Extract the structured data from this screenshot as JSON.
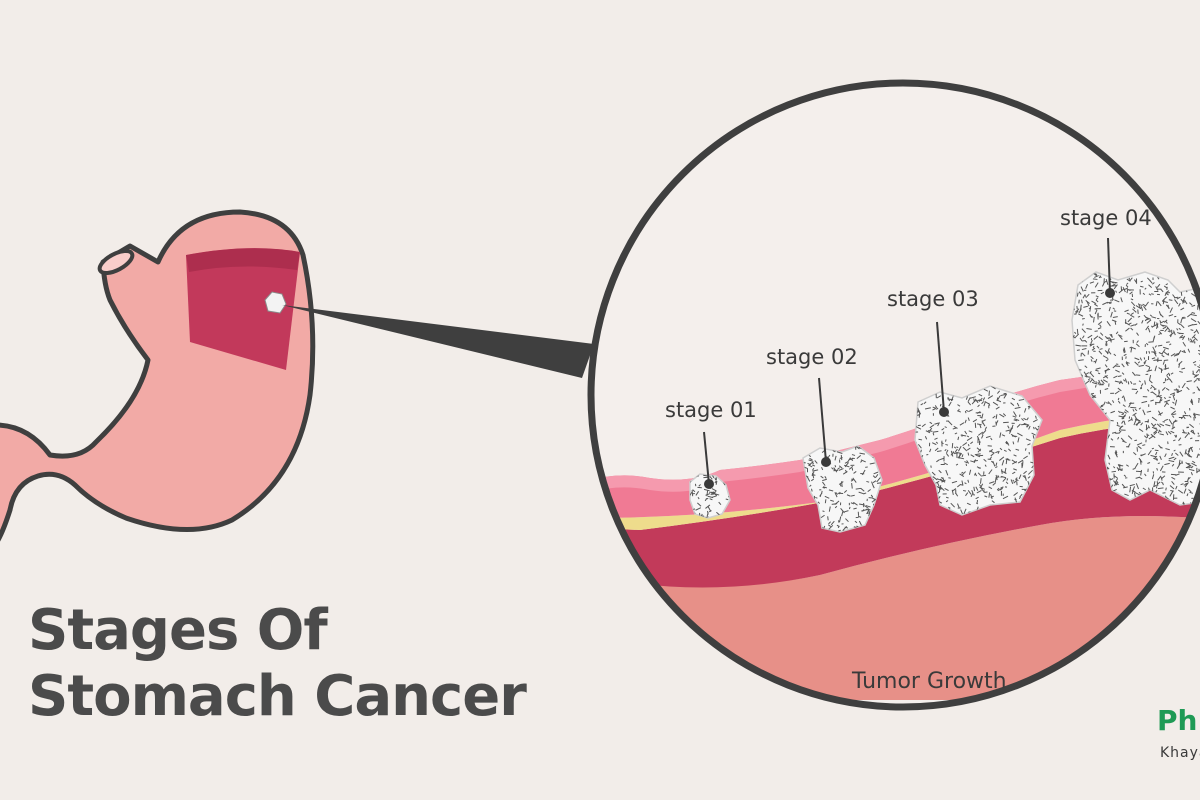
{
  "title": {
    "line1": "Stages Of",
    "line2": "Stomach Cancer"
  },
  "stages": [
    {
      "label": "stage 01"
    },
    {
      "label": "stage 02"
    },
    {
      "label": "stage 03"
    },
    {
      "label": "stage 04"
    }
  ],
  "caption": "Tumor Growth",
  "brand": {
    "name": "Ph",
    "tagline": "Khaya"
  },
  "colors": {
    "background": "#f2ede9",
    "outline": "#3f3f3f",
    "stomach_fill": "#f2aaa6",
    "stomach_inner": "#c2395b",
    "tissue_top": "#f07a94",
    "tissue_fat": "#eedc8c",
    "tissue_muscle": "#c23a5a",
    "tissue_base": "#e79088",
    "tumor": "#f7f7f7",
    "brand": "#1f9a55"
  }
}
